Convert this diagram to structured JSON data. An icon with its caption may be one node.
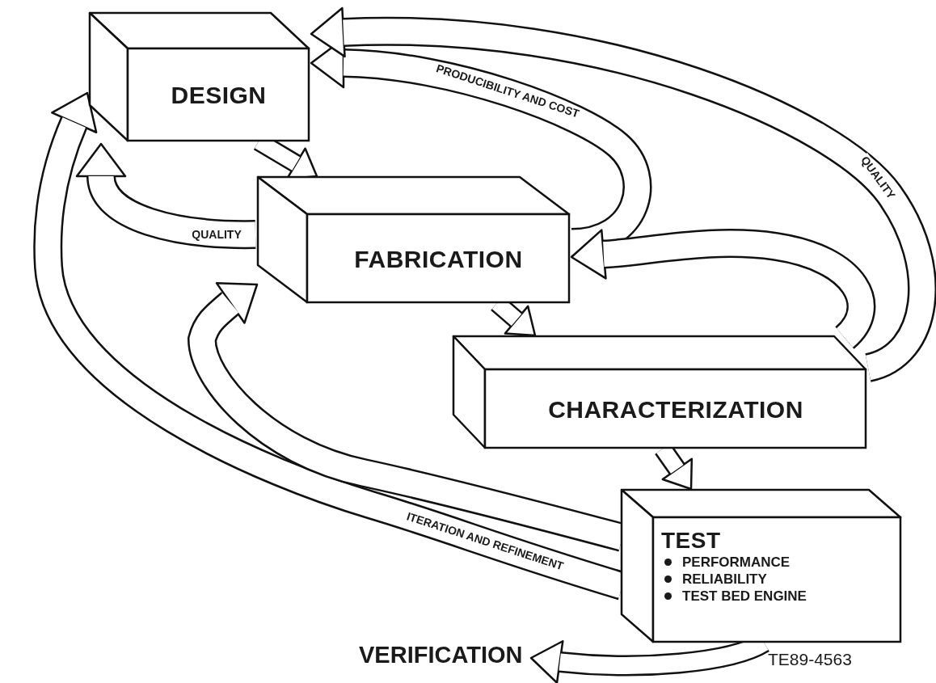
{
  "diagram": {
    "nodes": [
      {
        "text": [
          "DESIGN"
        ]
      },
      {
        "text": [
          "FABRICATION"
        ]
      },
      {
        "text": [
          "CHARACTERIZATION"
        ]
      },
      {
        "text": [
          "TEST",
          "PERFORMANCE",
          "RELIABILITY",
          "TEST BED ENGINE"
        ]
      },
      {
        "text": [
          "VERIFICATION"
        ]
      }
    ],
    "edges": [
      {
        "from": 0,
        "to": 1,
        "arrow": "to"
      },
      {
        "from": 1,
        "to": 2,
        "arrow": "to"
      },
      {
        "from": 2,
        "to": 3,
        "arrow": "to"
      },
      {
        "from": 1,
        "to": 0,
        "arrow": "to",
        "label": "PRODUCIBILITY AND COST"
      },
      {
        "from": 2,
        "to": 0,
        "arrow": "to",
        "label": "QUALITY"
      },
      {
        "from": 2,
        "to": 1,
        "arrow": "to"
      },
      {
        "from": 1,
        "to": 0,
        "arrow": "to",
        "label": "QUALITY"
      },
      {
        "from": 3,
        "to": 0,
        "arrow": "to",
        "label": "ITERATION AND REFINEMENT"
      },
      {
        "from": 3,
        "to": 1,
        "arrow": "to"
      },
      {
        "from": 3,
        "to": 4,
        "arrow": "to"
      }
    ],
    "labels": [
      "TE89-4563"
    ]
  }
}
